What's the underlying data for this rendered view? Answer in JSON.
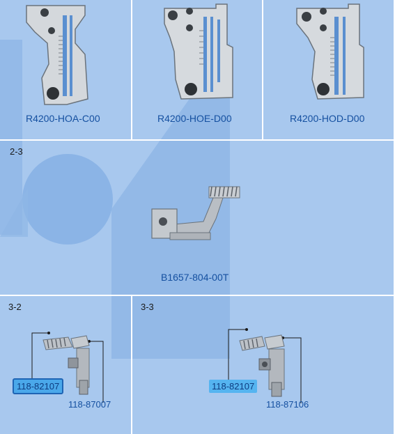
{
  "top_row": [
    {
      "label": "R4200-HOA-C00",
      "icon": "throat-plate-icon"
    },
    {
      "label": "R4200-HOE-D00",
      "icon": "throat-plate-icon"
    },
    {
      "label": "R4200-HOD-D00",
      "icon": "throat-plate-icon"
    }
  ],
  "middle": {
    "section": "2-3",
    "label": "B1657-804-00T",
    "icon": "feed-dog-icon"
  },
  "bottom_left": {
    "section": "3-2",
    "callouts": [
      "118-82107",
      "118-87007"
    ],
    "icon": "feed-dog-assembly-icon"
  },
  "bottom_right": {
    "section": "3-3",
    "callouts": [
      "118-82107",
      "118-87106"
    ],
    "icon": "feed-dog-assembly-icon"
  },
  "colors": {
    "background": "#a8c8ee",
    "label": "#1550a0",
    "highlight": "#4aa8ea"
  }
}
